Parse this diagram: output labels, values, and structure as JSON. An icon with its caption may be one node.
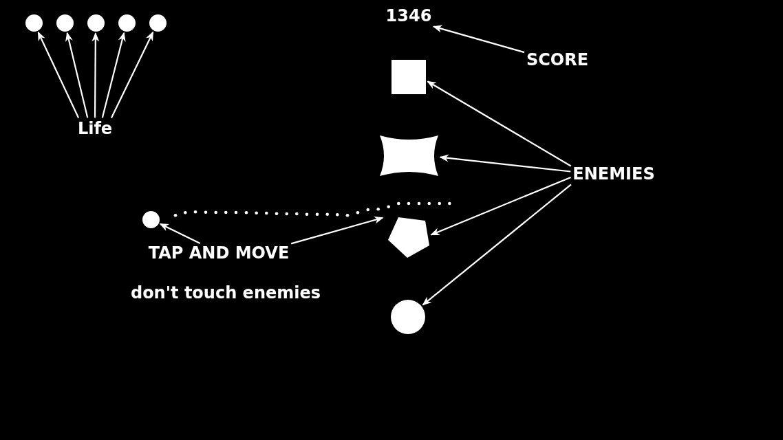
{
  "diagram": {
    "nodes": [
      {
        "text": [],
        "shape": "circle"
      },
      {
        "text": [],
        "shape": "circle"
      },
      {
        "text": [],
        "shape": "circle"
      },
      {
        "text": [],
        "shape": "circle"
      },
      {
        "text": [],
        "shape": "circle"
      },
      {
        "text": [
          "Life"
        ]
      },
      {
        "text": [
          "1346"
        ]
      },
      {
        "text": [
          "SCORE"
        ]
      },
      {
        "text": [],
        "shape": "square"
      },
      {
        "text": [],
        "shape": "concave"
      },
      {
        "text": [
          "ENEMIES"
        ]
      },
      {
        "text": [],
        "shape": "trail"
      },
      {
        "text": [],
        "shape": "circle"
      },
      {
        "text": [],
        "shape": "pentagon"
      },
      {
        "text": [
          "TAP AND MOVE"
        ]
      },
      {
        "text": [],
        "shape": "circle"
      }
    ],
    "edges": [
      {
        "from": 5,
        "to": 0,
        "arrow": "to"
      },
      {
        "from": 5,
        "to": 1,
        "arrow": "to"
      },
      {
        "from": 5,
        "to": 2,
        "arrow": "to"
      },
      {
        "from": 5,
        "to": 3,
        "arrow": "to"
      },
      {
        "from": 5,
        "to": 4,
        "arrow": "to"
      },
      {
        "from": 7,
        "to": 6,
        "arrow": "to"
      },
      {
        "from": 10,
        "to": 8,
        "arrow": "to"
      },
      {
        "from": 10,
        "to": 9,
        "arrow": "to"
      },
      {
        "from": 10,
        "to": 13,
        "arrow": "to"
      },
      {
        "from": 10,
        "to": 15,
        "arrow": "to"
      },
      {
        "from": 14,
        "to": 12,
        "arrow": "to"
      },
      {
        "from": 14,
        "to": 11,
        "arrow": "to"
      }
    ],
    "labels": [
      "don't touch enemies"
    ]
  }
}
